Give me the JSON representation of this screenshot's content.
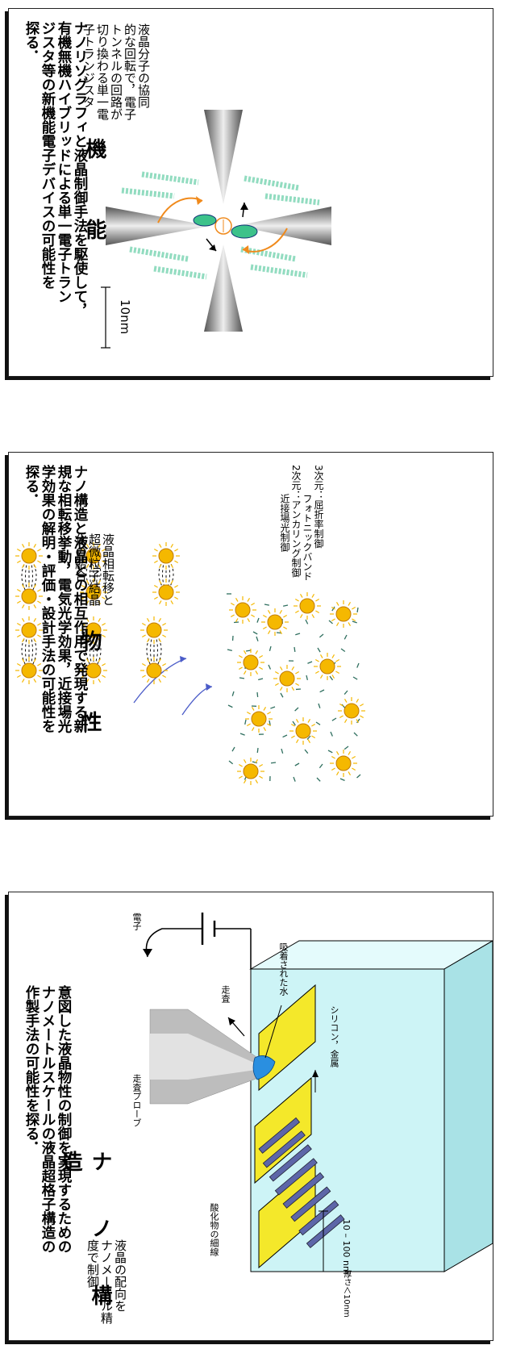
{
  "panels": {
    "function": {
      "title": "機　能",
      "desc": "液晶分子の協同\n的な回転で，電子\nトンネルの回路が\n切り換わる単一電\n子トランジスタ",
      "scale": "10nm",
      "caption": "ナノリソグラフィと液晶制御手法を駆使して，\n有機無機ハイブリッドによる単一電子トラン\nジスタ等の新機能電子デバイスの可能性を\n探る．"
    },
    "property": {
      "title": "物　性",
      "desc": "液晶相転移と\n超微粒子結晶\n化の結合",
      "effects": "3次元：屈折率制御\n　　　フォトニックバンド\n2次元：アンカリング制御\n　　　近接場光制御",
      "caption": "ナノ構造と液晶との相互作用で発現する新\n規な相転移挙動，電気光学効果，近接場光\n学効果の解明・評価・設計手法の可能性を\n探る．"
    },
    "structure": {
      "title": "ナ ノ 構 造",
      "desc": "液晶の配向を\nナノメートル精\n度で制御",
      "labels": {
        "probe": "走査プローブ",
        "electron": "電子",
        "scan": "走査",
        "water": "吸着された水",
        "oxide": "酸化物の細線",
        "substrate": "シリコン，金属",
        "width": "10 – 100 nm",
        "thickness": "厚さ＜10nm"
      },
      "caption": "意図した液晶物性の制御を実現するための\nナノメートルスケールの液晶超格子構造の\n作製手法の可能性を探る．"
    }
  },
  "colors": {
    "gold": "#f5b800",
    "blue_arrow": "#4b5cc8",
    "orange_arrow": "#f08a1c",
    "electrode_yellow": "#f4e82a",
    "substrate_cyan": "#cdf4f6"
  }
}
